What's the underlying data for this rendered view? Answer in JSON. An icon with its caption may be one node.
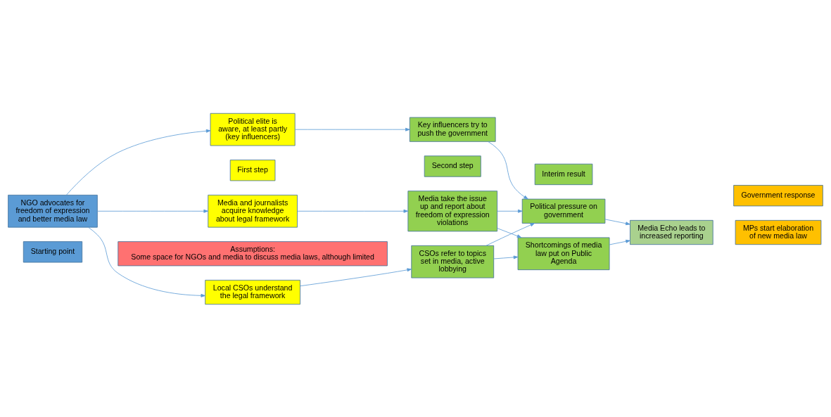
{
  "diagram": {
    "nodes": [
      {
        "text": [
          "Starting point"
        ]
      },
      {
        "text": [
          "First step"
        ]
      },
      {
        "text": [
          "Second step"
        ]
      },
      {
        "text": [
          "Interim result"
        ]
      },
      {
        "text": [
          "Government response"
        ]
      },
      {
        "text": [
          "NGO advocates for freedom of expression and better media law"
        ]
      },
      {
        "text": [
          "Media and journalists acquire knowledge about legal framework"
        ]
      },
      {
        "text": [
          "Local CSOs understand the legal framework"
        ]
      },
      {
        "text": [
          "Political elite is aware, at least partly (key influencers)"
        ]
      },
      {
        "text": [
          "Media take the issue up and report about freedom of expression violations"
        ]
      },
      {
        "text": [
          "CSOs refer to topics set in media, active lobbying"
        ]
      },
      {
        "text": [
          "Key influencers try to push the government"
        ]
      },
      {
        "text": [
          "Shortcomings of media law put on Public Agenda"
        ]
      },
      {
        "text": [
          "Political pressure on government"
        ]
      },
      {
        "text": [
          "Media Echo leads to increased reporting"
        ]
      },
      {
        "text": [
          "MPs start elaboration of new media law"
        ]
      },
      {
        "text": [
          "Assumptions:",
          "Some space for NGOs and media to discuss media laws, although limited"
        ]
      }
    ],
    "edges": [
      {
        "from": 5,
        "to": 6,
        "arrow": "to"
      },
      {
        "from": 5,
        "to": 7,
        "arrow": "to"
      },
      {
        "from": 5,
        "to": 8,
        "arrow": "to"
      },
      {
        "from": 6,
        "to": 9,
        "arrow": "to"
      },
      {
        "from": 7,
        "to": 10,
        "arrow": "to"
      },
      {
        "from": 8,
        "to": 11,
        "arrow": "to"
      },
      {
        "from": 9,
        "to": 12,
        "arrow": "to"
      },
      {
        "from": 9,
        "to": 13,
        "arrow": "to"
      },
      {
        "from": 10,
        "to": 12,
        "arrow": "to"
      },
      {
        "from": 10,
        "to": 13,
        "arrow": "to"
      },
      {
        "from": 11,
        "to": 13,
        "arrow": "to"
      },
      {
        "from": 12,
        "to": 14,
        "arrow": "to"
      },
      {
        "from": 13,
        "to": 14,
        "arrow": "to"
      }
    ]
  }
}
